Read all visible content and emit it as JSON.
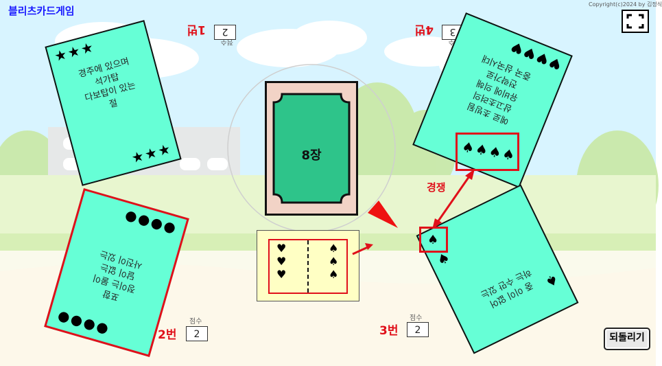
{
  "app": {
    "title": "블리츠카드게임",
    "copyright": "Copyright(c)2024 by 김정식"
  },
  "players": [
    {
      "label": "1번",
      "score_caption": "점수",
      "score": "2"
    },
    {
      "label": "2번",
      "score_caption": "점수",
      "score": "2"
    },
    {
      "label": "3번",
      "score_caption": "점수",
      "score": "2"
    },
    {
      "label": "4번",
      "score_caption": "점수",
      "score": "3"
    }
  ],
  "cards": {
    "top_left": {
      "text": [
        "경주에 있으며",
        "석가탑",
        "다보탑이 있는",
        "절"
      ],
      "symbol": "★★★",
      "symbol_icon": "star-icon"
    },
    "top_right": {
      "text": [
        "중국 삼국시대",
        "전략가로",
        "유비에 의해",
        "삼고초려의",
        "예로 초빙됨"
      ],
      "symbol": "♥♥♥♥",
      "highlight_symbol": "♠♠♠♠",
      "symbol_icon": "heart-icon"
    },
    "bottom_left": {
      "text": [
        "사진이 있는",
        "달이 없는",
        "정이는 물이",
        "포함"
      ],
      "symbol": "●●●●",
      "symbol_icon": "circle-icon"
    },
    "bottom_right": {
      "text": [
        "하는 수만 있는",
        "중 이이 없어"
      ],
      "symbol": "♠",
      "symbol_icon": "spade-icon"
    }
  },
  "deck": {
    "count_label": "8장"
  },
  "hint": {
    "left_symbol": "♥",
    "right_symbol": "♠"
  },
  "annotation": {
    "compete_label": "경쟁"
  },
  "buttons": {
    "undo_label": "되돌리기"
  },
  "colors": {
    "card": "#66ffd6",
    "deck_inner": "#2ec48a",
    "highlight": "#e0101a",
    "title": "#1a1aff"
  }
}
